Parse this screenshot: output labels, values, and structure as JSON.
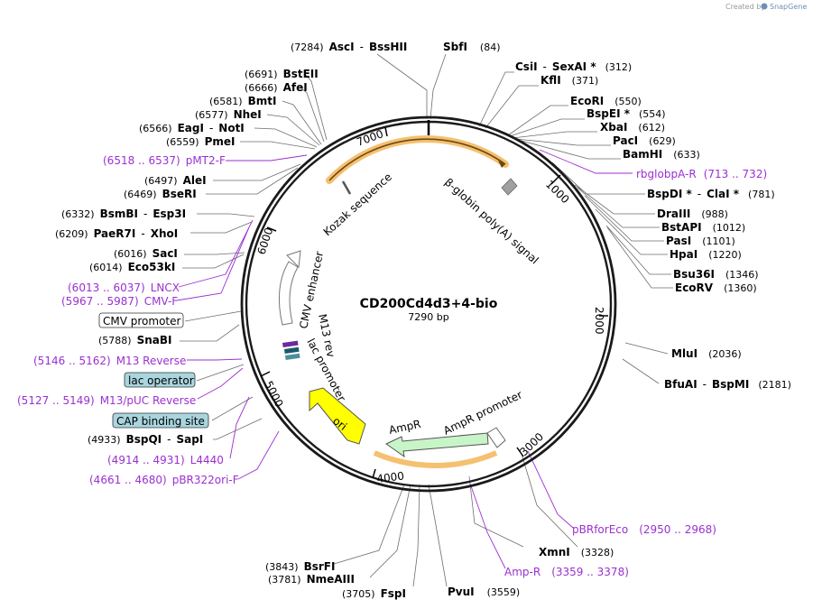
{
  "header": {
    "credit_text": "Created by",
    "brand": "SnapGene"
  },
  "map": {
    "name": "CD200Cd4d3+4-bio",
    "length_text": "7290 bp",
    "ticks": [
      "1000",
      "2000",
      "3000",
      "4000",
      "5000",
      "6000",
      "7000"
    ]
  },
  "sites": [
    {
      "pos": "(7284)",
      "name": "AscI",
      "sep": "-",
      "name2": "BssHII"
    },
    {
      "name": "SbfI",
      "pos": "(84)"
    },
    {
      "name": "CsiI",
      "sep": "-",
      "name2": "SexAI *",
      "pos": "(312)"
    },
    {
      "name": "KflI",
      "pos": "(371)"
    },
    {
      "name": "EcoRI",
      "pos": "(550)"
    },
    {
      "name": "BspEI *",
      "pos": "(554)"
    },
    {
      "name": "XbaI",
      "pos": "(612)"
    },
    {
      "name": "PacI",
      "pos": "(629)"
    },
    {
      "name": "BamHI",
      "pos": "(633)"
    },
    {
      "name": "BspDI *",
      "sep": "-",
      "name2": "ClaI *",
      "pos": "(781)"
    },
    {
      "name": "DraIII",
      "pos": "(988)"
    },
    {
      "name": "BstAPI",
      "pos": "(1012)"
    },
    {
      "name": "PasI",
      "pos": "(1101)"
    },
    {
      "name": "HpaI",
      "pos": "(1220)"
    },
    {
      "name": "Bsu36I",
      "pos": "(1346)"
    },
    {
      "name": "EcoRV",
      "pos": "(1360)"
    },
    {
      "name": "MluI",
      "pos": "(2036)"
    },
    {
      "name": "BfuAI",
      "sep": "-",
      "name2": "BspMI",
      "pos": "(2181)"
    },
    {
      "name": "XmnI",
      "pos": "(3328)"
    },
    {
      "pos": "(3843)",
      "name": "BsrFI"
    },
    {
      "pos": "(3781)",
      "name": "NmeAIII"
    },
    {
      "pos": "(3705)",
      "name": "FspI"
    },
    {
      "name": "PvuI",
      "pos": "(3559)"
    },
    {
      "pos": "(6691)",
      "name": "BstEII"
    },
    {
      "pos": "(6666)",
      "name": "AfeI"
    },
    {
      "pos": "(6581)",
      "name": "BmtI"
    },
    {
      "pos": "(6577)",
      "name": "NheI"
    },
    {
      "pos": "(6566)",
      "name": "EagI",
      "sep": "-",
      "name2": "NotI"
    },
    {
      "pos": "(6559)",
      "name": "PmeI"
    },
    {
      "pos": "(6497)",
      "name": "AleI"
    },
    {
      "pos": "(6469)",
      "name": "BseRI"
    },
    {
      "pos": "(6332)",
      "name": "BsmBI",
      "sep": "-",
      "name2": "Esp3I"
    },
    {
      "pos": "(6209)",
      "name": "PaeR7I",
      "sep": "-",
      "name2": "XhoI"
    },
    {
      "pos": "(6016)",
      "name": "SacI"
    },
    {
      "pos": "(6014)",
      "name": "Eco53kI"
    },
    {
      "pos": "(5788)",
      "name": "SnaBI"
    },
    {
      "pos": "(4933)",
      "name": "BspQI",
      "sep": "-",
      "name2": "SapI"
    }
  ],
  "primers": [
    {
      "range": "(6518 .. 6537)",
      "name": "pMT2-F"
    },
    {
      "name": "rbglobpA-R",
      "range": "(713 .. 732)"
    },
    {
      "range": "(6013 .. 6037)",
      "name": "LNCX"
    },
    {
      "range": "(5967 .. 5987)",
      "name": "CMV-F"
    },
    {
      "range": "(5146 .. 5162)",
      "name": "M13 Reverse"
    },
    {
      "range": "(5127 .. 5149)",
      "name": "M13/pUC Reverse"
    },
    {
      "range": "(4914 .. 4931)",
      "name": "L4440"
    },
    {
      "range": "(4661 .. 4680)",
      "name": "pBR322ori-F"
    },
    {
      "name": "pBRforEco",
      "range": "(2950 .. 2968)"
    },
    {
      "name": "Amp-R",
      "range": "(3359 .. 3378)"
    }
  ],
  "boxed_features": [
    "CMV promoter",
    "lac operator",
    "CAP binding site"
  ],
  "features": [
    "Kozak sequence",
    "β-globin poly(A) signal",
    "CMV enhancer",
    "M13 rev",
    "lac promoter",
    "ori",
    "AmpR",
    "AmpR promoter"
  ],
  "colors": {
    "primer": "#9b30d0",
    "backbone": "#222222",
    "orf_highlight": "#f5c070",
    "ori": "#ffff00",
    "ampr": "#c8f5c8",
    "boxed_fill": "#a9d5de",
    "polyA": "#a0a0a0"
  }
}
